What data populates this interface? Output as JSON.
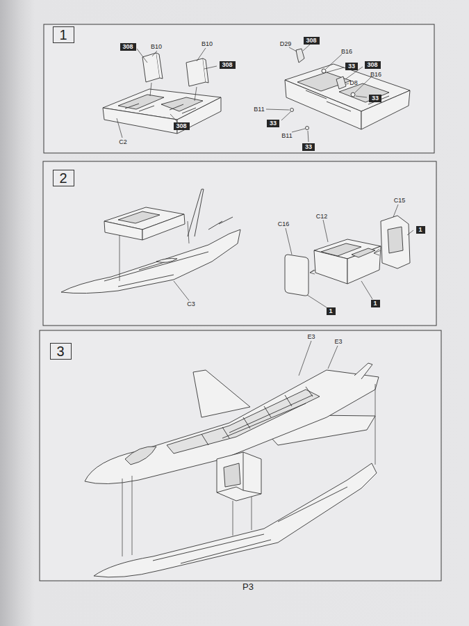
{
  "diagram": {
    "nodes": [
      {
        "text": [
          "1"
        ]
      },
      {
        "text": [
          "308"
        ]
      },
      {
        "text": [
          "308"
        ]
      },
      {
        "text": [
          "308"
        ]
      },
      {
        "text": [
          "308"
        ]
      },
      {
        "text": [
          "33"
        ]
      },
      {
        "text": [
          "308"
        ]
      },
      {
        "text": [
          "33"
        ]
      },
      {
        "text": [
          "33"
        ]
      },
      {
        "text": [
          "33"
        ]
      },
      {
        "text": [
          "2"
        ]
      },
      {
        "text": [
          "1"
        ]
      },
      {
        "text": [
          "1"
        ]
      },
      {
        "text": [
          "1"
        ]
      },
      {
        "text": [
          "3"
        ]
      }
    ],
    "labels": [
      "B10",
      "B10",
      "C2",
      "D29",
      "B16",
      "B16",
      "D8",
      "B11",
      "B11",
      "C3",
      "C16",
      "C12",
      "C15",
      "E3",
      "E3",
      "P3"
    ]
  }
}
